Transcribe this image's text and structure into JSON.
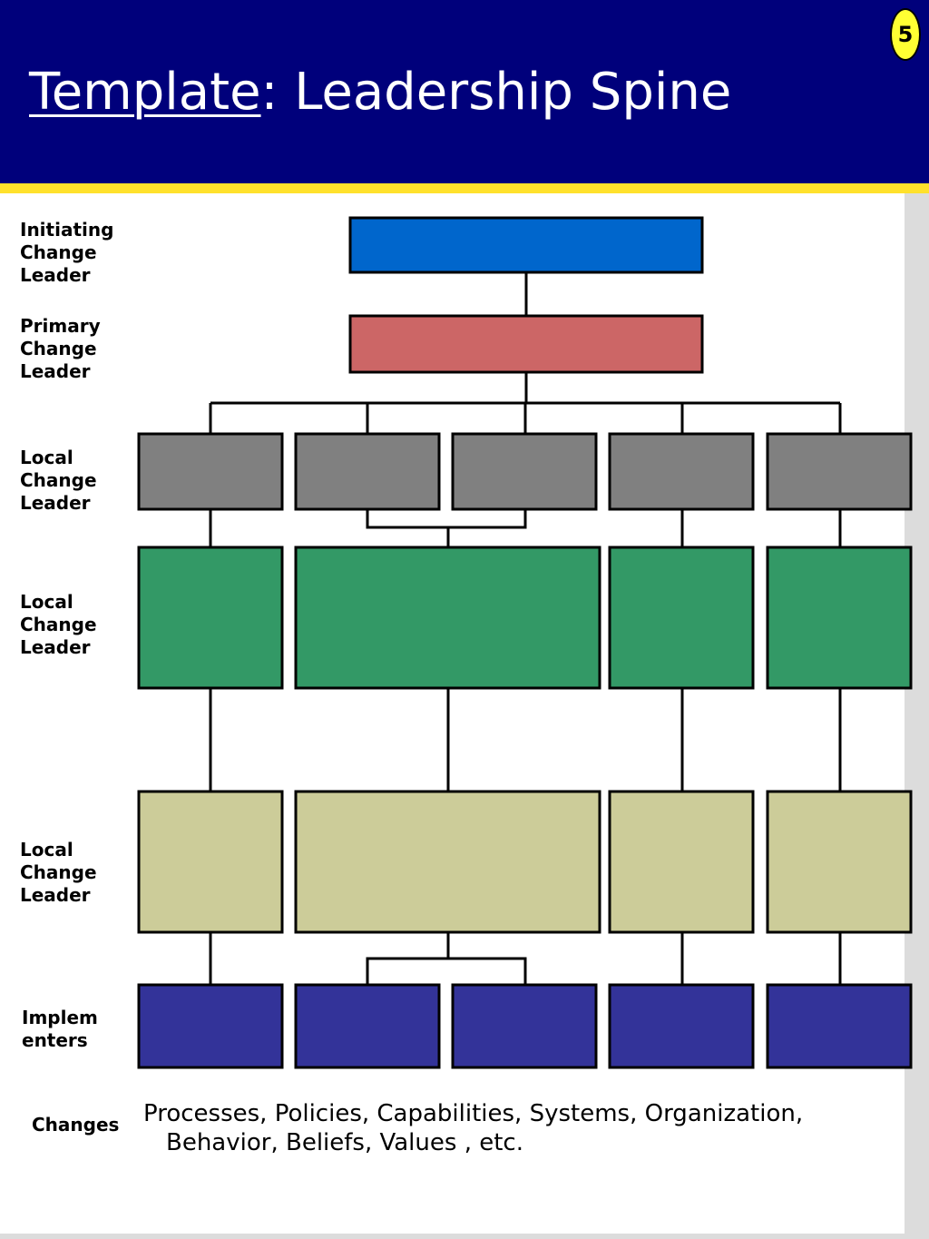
{
  "header": {
    "title_underlined": "Template",
    "title_rest": ": Leadership Spine",
    "page_number": "5"
  },
  "row_labels": [
    "Initiating\nChange\nLeader",
    "Primary\nChange\nLeader",
    "Local\nChange\nLeader",
    "Local\nChange\nLeader",
    "Local\nChange\nLeader",
    "Implem\nenters"
  ],
  "changes": {
    "label": "Changes",
    "text": "Processes, Policies, Capabilities, Systems, Organization, Behavior, Beliefs, Values , etc."
  },
  "colors": {
    "header_bg": "#00007b",
    "stripe": "#ffe12c",
    "badge": "#ffff33",
    "initiating": "#0066cc",
    "primary": "#cc6666",
    "local_gray": "#808080",
    "local_green": "#339966",
    "local_tan": "#cccc99",
    "implementers": "#333399"
  }
}
